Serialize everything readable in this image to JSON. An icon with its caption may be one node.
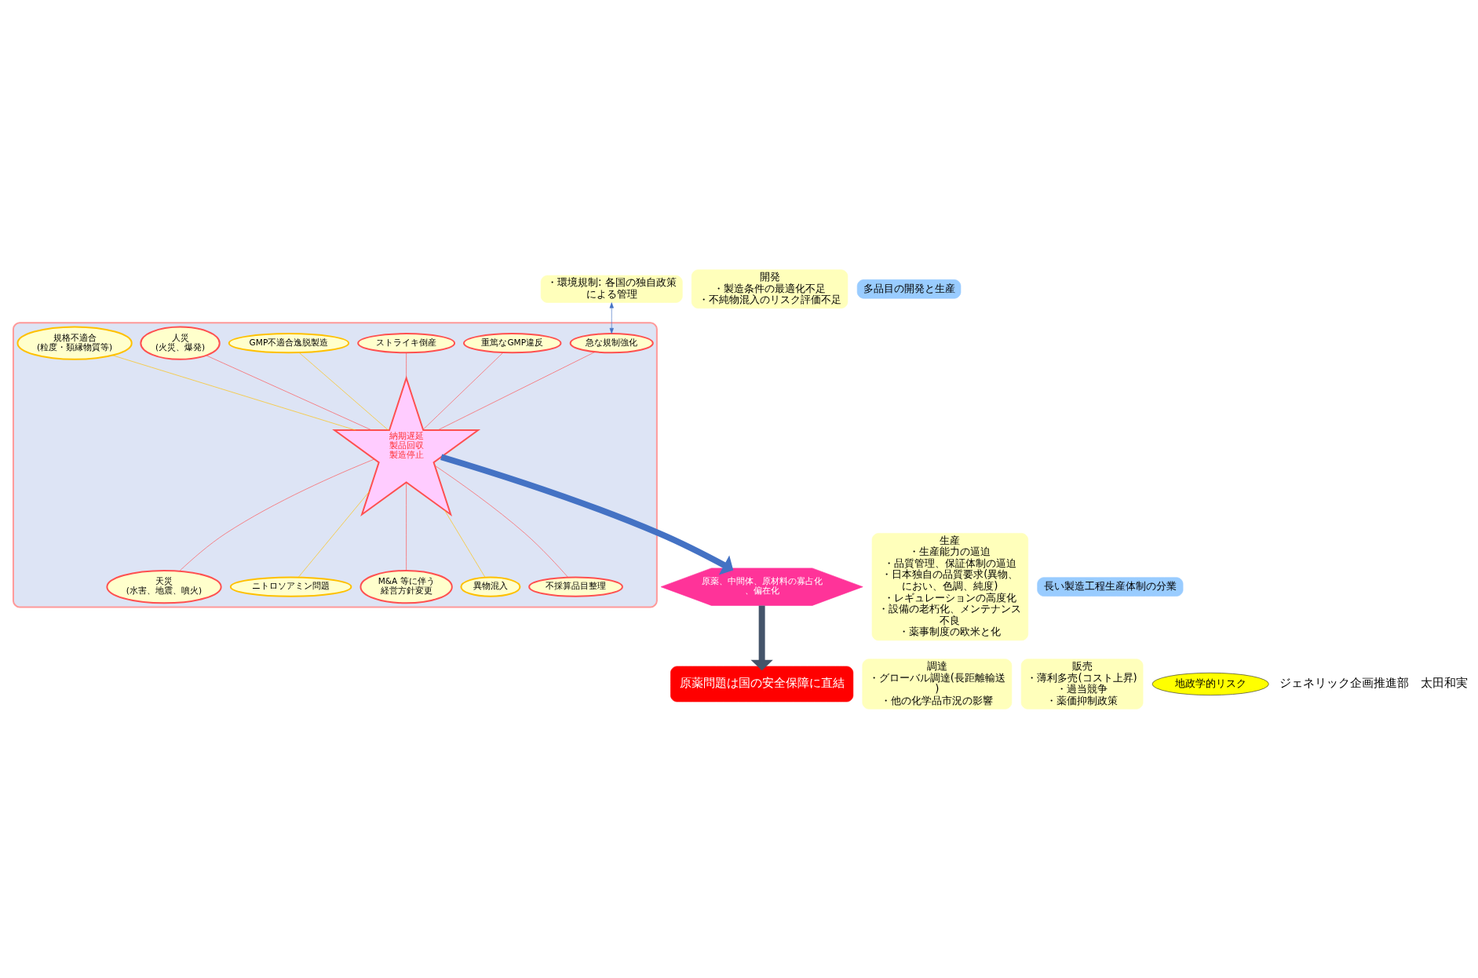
{
  "diagram": {
    "nodes": [
      {
        "text": [],
        "shape": "cloud"
      },
      {
        "text": [
          "納期遅延",
          "製品回収",
          "製造停止"
        ],
        "in": 0
      },
      {
        "text": [
          "急な規制強化"
        ],
        "in": 0
      },
      {
        "text": [
          "重篤なGMP違反"
        ],
        "in": 0
      },
      {
        "text": [
          "ストライキ倒産"
        ],
        "in": 0
      },
      {
        "text": [
          "GMP不適合逸脱製造"
        ],
        "in": 0
      },
      {
        "text": [
          "人災",
          "(火災、爆発)"
        ],
        "in": 0
      },
      {
        "text": [
          "規格不適合",
          "(粒度・類縁物質等)"
        ],
        "in": 0
      },
      {
        "text": [
          "天災",
          "(水害、地震、噴火)"
        ],
        "in": 0
      },
      {
        "text": [
          "ニトロソアミン問題"
        ],
        "in": 0
      },
      {
        "text": [
          "M&A 等に伴う",
          "経営方針変更"
        ],
        "in": 0
      },
      {
        "text": [
          "異物混入"
        ],
        "in": 0
      },
      {
        "text": [
          "不採算品目整理"
        ],
        "in": 0
      },
      {
        "text": [
          "・環境規制: 各国の独自政策による管理"
        ]
      },
      {
        "text": [
          "開発",
          "・製造条件の最適化不足",
          "・不純物混入のリスク評価不足"
        ]
      },
      {
        "text": [
          "多品目の開発と生産"
        ]
      },
      {
        "text": [
          "生産",
          "・生産能力の逼迫",
          "・品質管理、保証体制の逼迫",
          "・日本独自の品質要求(異物、におい、色調、純度)",
          "・レギュレーションの高度化",
          "・設備の老朽化、メンテナンス不良",
          "・薬事制度の欧米と化"
        ]
      },
      {
        "text": [
          "長い製造工程生産体制の分業"
        ]
      },
      {
        "text": [
          "調達",
          "・グローバル調達(長距離輸送)",
          "・他の化学品市況の影響"
        ]
      },
      {
        "text": [
          "販売",
          "・薄利多売(コスト上昇)",
          "・過当競争",
          "・薬価抑制政策"
        ]
      },
      {
        "text": [
          "原薬、中間体、原材料の寡占化、偏在化"
        ]
      },
      {
        "text": [
          "原薬問題は国の安全保障に直結"
        ]
      },
      {
        "text": [
          "地政学的リスク"
        ]
      }
    ],
    "edges": [
      {
        "from": 2,
        "to": 1,
        "arrow": "none"
      },
      {
        "from": 3,
        "to": 1,
        "arrow": "none"
      },
      {
        "from": 4,
        "to": 1,
        "arrow": "none"
      },
      {
        "from": 5,
        "to": 1,
        "arrow": "none",
        "color": "#ffc000"
      },
      {
        "from": 6,
        "to": 1,
        "arrow": "none"
      },
      {
        "from": 7,
        "to": 1,
        "arrow": "none",
        "color": "#ffc000"
      },
      {
        "from": 8,
        "to": 1,
        "arrow": "none"
      },
      {
        "from": 9,
        "to": 1,
        "arrow": "none",
        "color": "#ffc000"
      },
      {
        "from": 10,
        "to": 1,
        "arrow": "none"
      },
      {
        "from": 11,
        "to": 1,
        "arrow": "none",
        "color": "#ffc000"
      },
      {
        "from": 12,
        "to": 1,
        "arrow": "none"
      },
      {
        "from": 13,
        "to": 2,
        "arrow": "both",
        "color": "#4472c4"
      },
      {
        "from": 1,
        "to": 20,
        "arrow": "to",
        "style": "thick",
        "color": "#4472c4"
      },
      {
        "from": 20,
        "to": 21,
        "arrow": "to",
        "style": "thick",
        "color": "#44546a"
      }
    ],
    "labels": [
      "ジェネリック企画推進部　太田和実"
    ]
  }
}
